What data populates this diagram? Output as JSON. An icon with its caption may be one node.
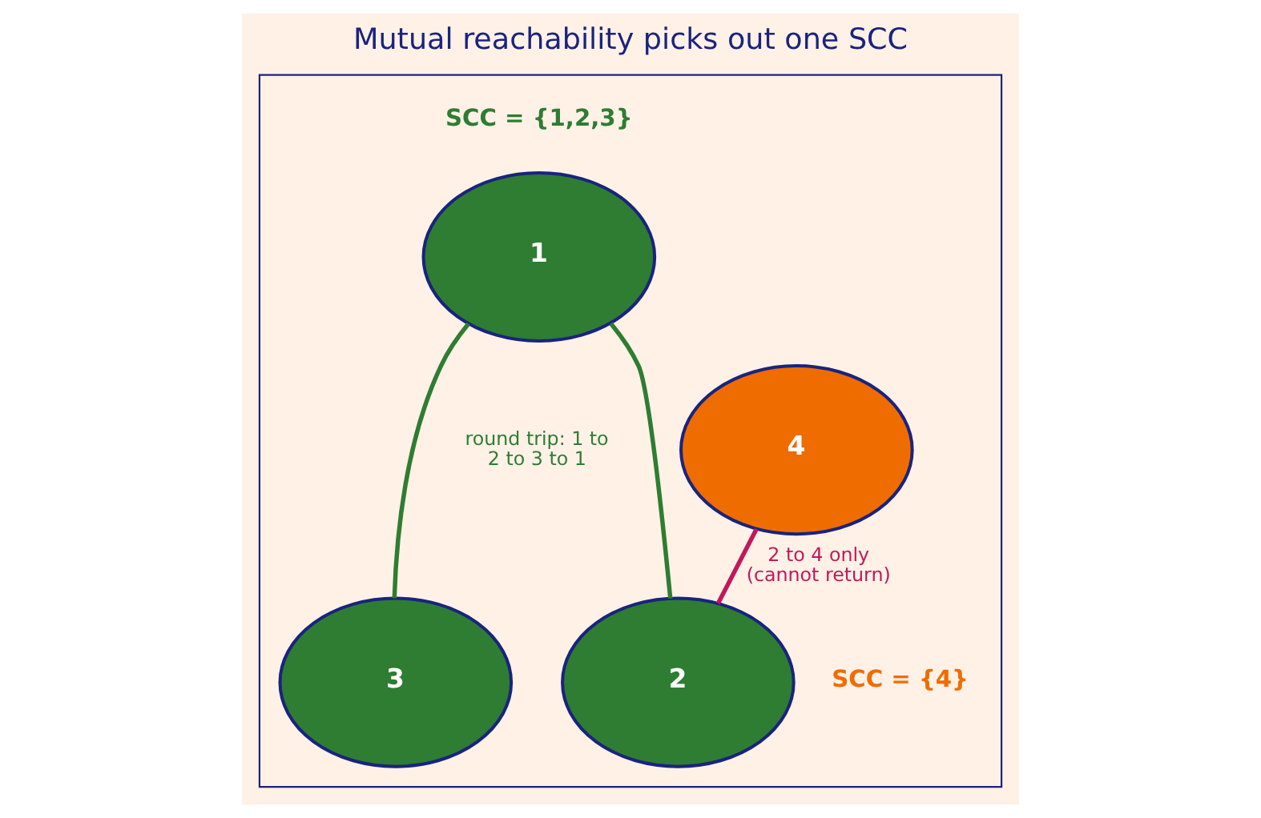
{
  "diagram": {
    "title": "Mutual reachability picks out one SCC",
    "nodes": [
      {
        "text": [],
        "shape": "box"
      },
      {
        "text": [
          "1"
        ],
        "in": 0
      },
      {
        "text": [
          "4"
        ],
        "in": 0
      },
      {
        "text": [
          "3"
        ],
        "in": 0
      },
      {
        "text": [
          "2"
        ],
        "in": 0
      }
    ],
    "edges": [
      {
        "from": 1,
        "to": 4,
        "arrow": "none"
      },
      {
        "from": 3,
        "to": 1,
        "arrow": "none"
      },
      {
        "from": 4,
        "to": 2,
        "arrow": "none",
        "label": "2 to 4 only (cannot return)",
        "color": "#c2185b"
      }
    ],
    "labels": [
      "SCC = {1,2,3}",
      "round trip: 1 to 2 to 3 to 1",
      "SCC = {4}"
    ]
  }
}
